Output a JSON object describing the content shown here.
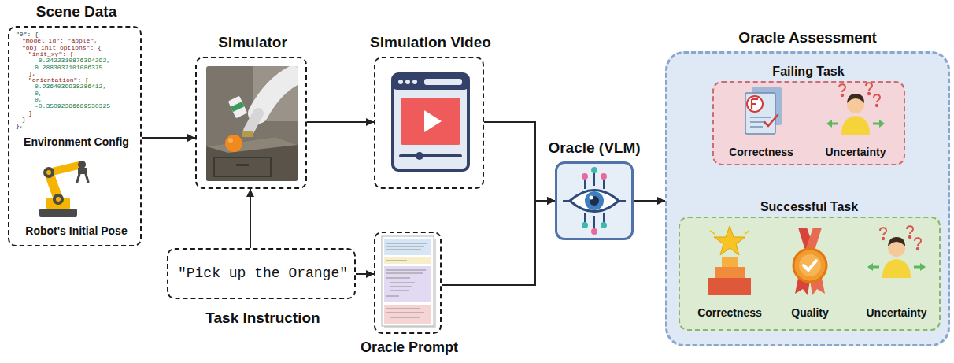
{
  "diagram": {
    "nodes": [
      {
        "text": [
          "Scene Data",
          "Environment Config",
          "Robot's Initial Pose"
        ]
      },
      {
        "text": [
          "Simulator"
        ]
      },
      {
        "text": [
          "Simulation Video"
        ]
      },
      {
        "text": [
          "\"Pick up the Orange\"",
          "Task Instruction"
        ]
      },
      {
        "text": [
          "Oracle Prompt"
        ]
      },
      {
        "text": [
          "Oracle (VLM)"
        ]
      },
      {
        "text": [
          "Oracle Assessment"
        ]
      },
      {
        "text": [
          "Failing Task"
        ],
        "in": 6
      },
      {
        "text": [
          "Successful Task"
        ],
        "in": 6
      }
    ],
    "edges": [
      {
        "from": 0,
        "to": 1,
        "arrow": "to"
      },
      {
        "from": 1,
        "to": 2,
        "arrow": "to"
      },
      {
        "from": 3,
        "to": 1,
        "arrow": "to"
      },
      {
        "from": 3,
        "to": 4,
        "arrow": "to"
      },
      {
        "from": 2,
        "to": 5,
        "arrow": "to"
      },
      {
        "from": 4,
        "to": 5,
        "arrow": "to"
      },
      {
        "from": 5,
        "to": 6,
        "arrow": "to"
      }
    ],
    "labels": [
      "\"0\": {",
      "\"model_id\": \"apple\",",
      "\"obj_init_options\": {",
      "\"init_xy\": [",
      "-0.2422310876394292,",
      "0.2883037101086375",
      "],",
      "\"orientation\": [",
      "0.9364039938286412,",
      "0,",
      "0,",
      "-0.35092386689530325",
      "]",
      "}",
      "},",
      "Correctness",
      "Uncertainty",
      "Correctness",
      "Quality",
      "Uncertainty"
    ]
  }
}
